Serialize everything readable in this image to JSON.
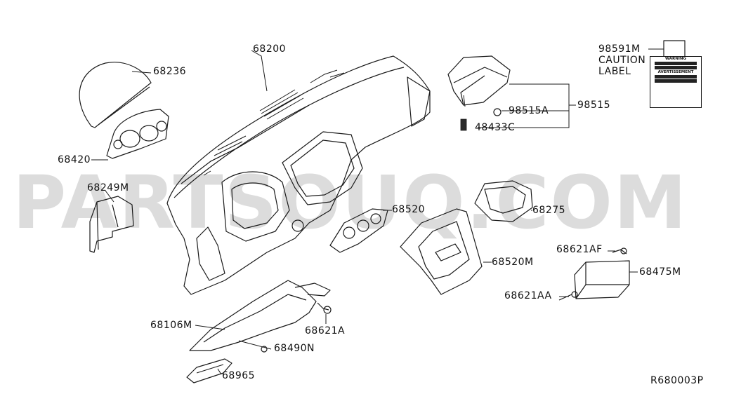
{
  "watermark": "PARTSOUQ.COM",
  "diagram_code": "R680003P",
  "caution": {
    "part": "98591M",
    "line1": "CAUTION",
    "line2": "LABEL",
    "warning_text": "WARNING",
    "avert_text": "AVERTISSEMENT"
  },
  "labels": {
    "p68200": "68200",
    "p68236": "68236",
    "p68420": "68420",
    "p68249M": "68249M",
    "p98515": "98515",
    "p98515A": "98515A",
    "p48433C": "48433C",
    "p68520": "68520",
    "p68275": "68275",
    "p68520M": "68520M",
    "p68621AF": "68621AF",
    "p68475M": "68475M",
    "p68621AA": "68621AA",
    "p68106M": "68106M",
    "p68621A": "68621A",
    "p68490N": "68490N",
    "p68965": "68965"
  }
}
